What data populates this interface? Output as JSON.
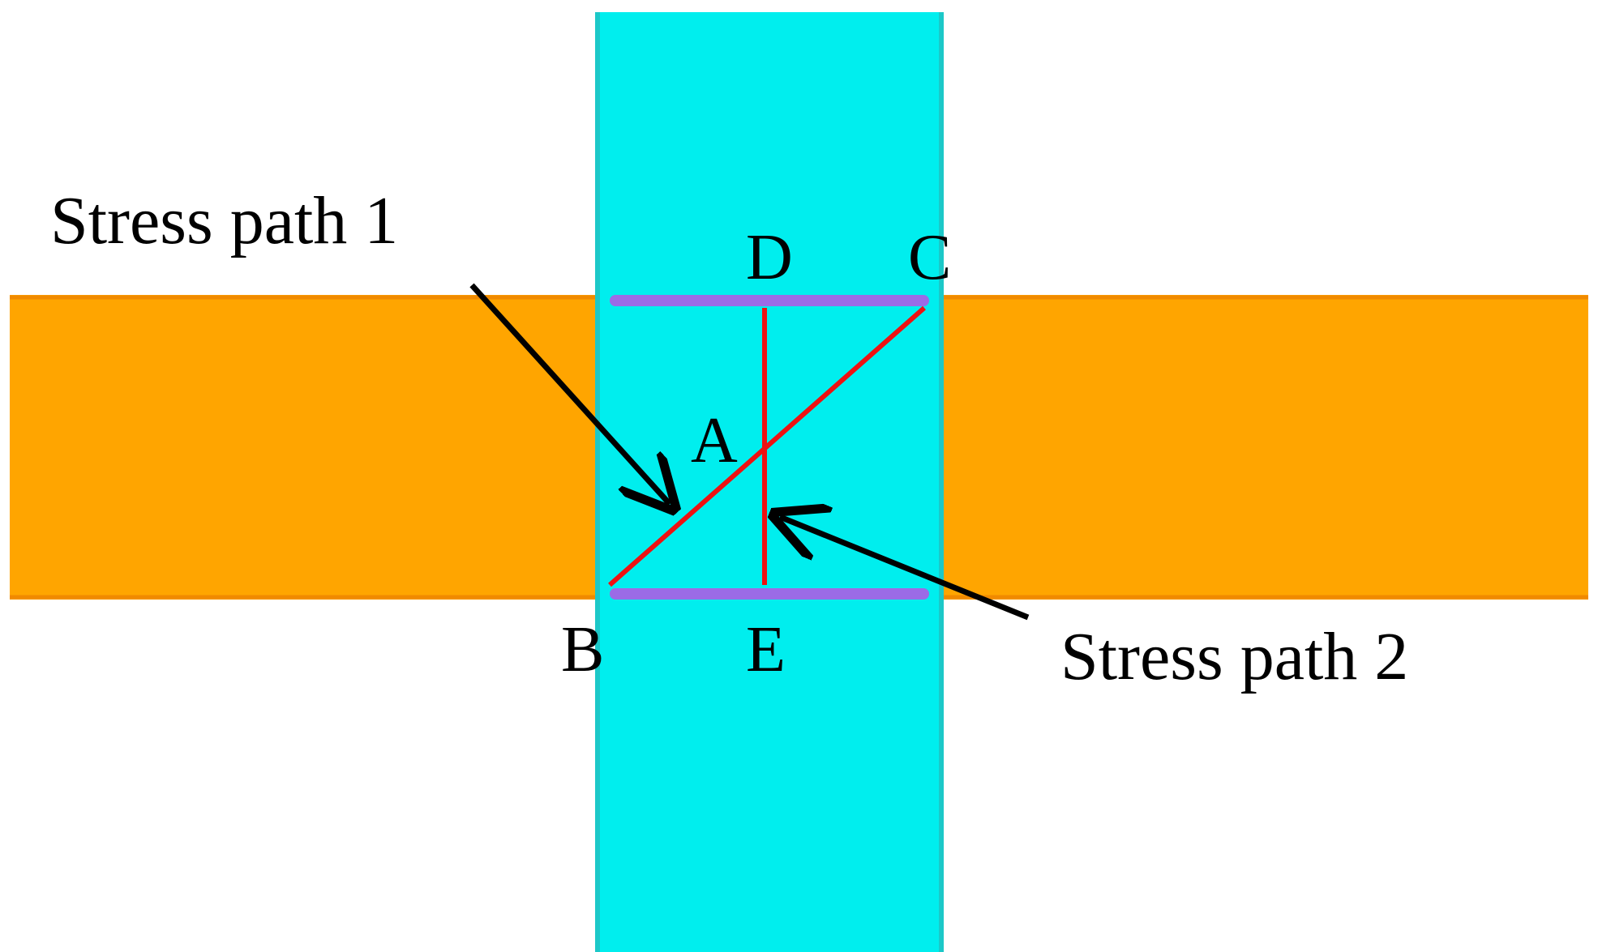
{
  "colors": {
    "beam": "#FFA500",
    "beam_edge": "#F08A00",
    "column": "#00EEEE",
    "column_edge": "#1CC8C8",
    "plate": "#9B6BE6",
    "path": "#EE1111",
    "arrow": "#000000",
    "background": "#FFFFFF"
  },
  "labels": {
    "stress_path_1": "Stress path 1",
    "stress_path_2": "Stress path 2",
    "point_a": "A",
    "point_b": "B",
    "point_c": "C",
    "point_d": "D",
    "point_e": "E"
  }
}
